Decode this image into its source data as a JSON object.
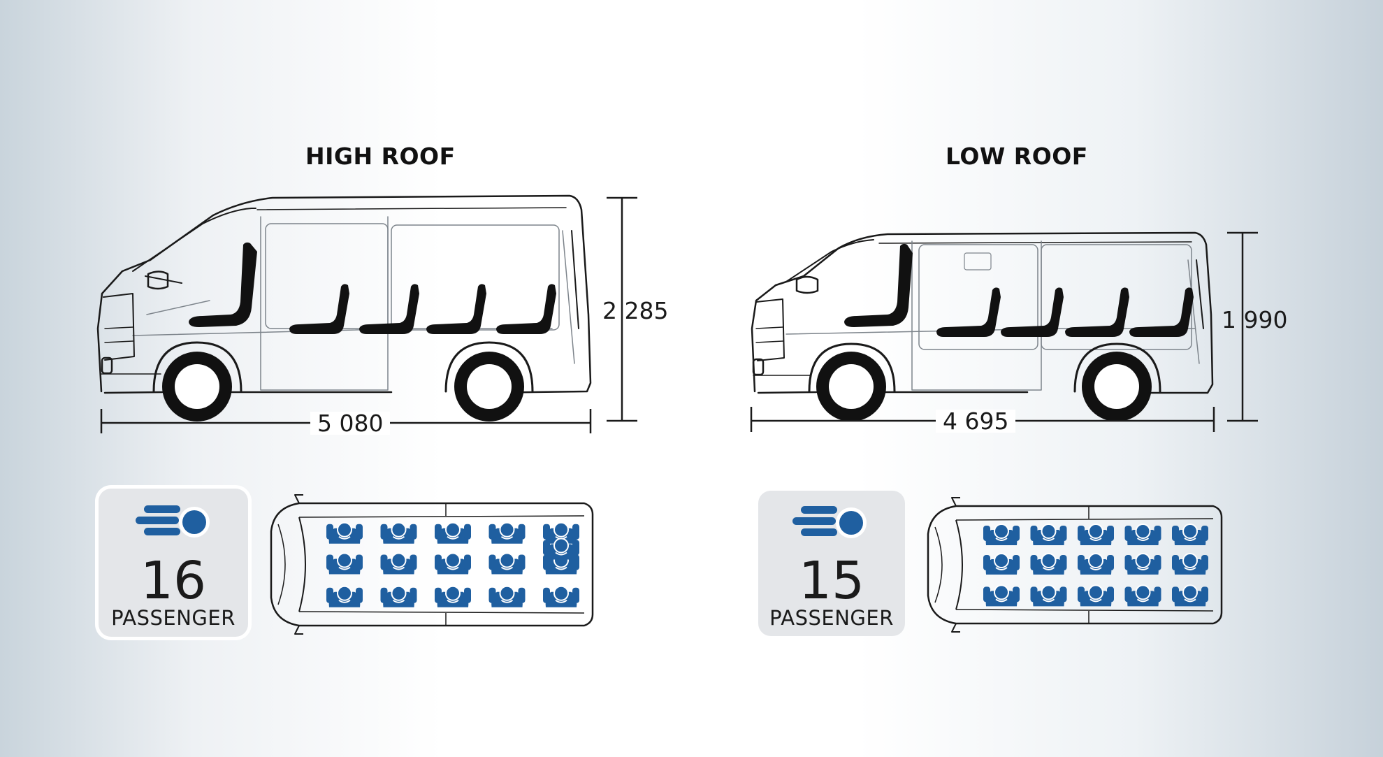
{
  "variants": [
    {
      "title": "HIGH ROOF",
      "height_dim": "2 285",
      "length_dim": "5 080",
      "passenger_count": "16",
      "passenger_word": "PASSENGER",
      "selected": true
    },
    {
      "title": "LOW ROOF",
      "height_dim": "1 990",
      "length_dim": "4 695",
      "passenger_count": "15",
      "passenger_word": "PASSENGER",
      "selected": false
    }
  ],
  "colors": {
    "passenger_blue": "#1f5fa0",
    "line": "#1a1a1a",
    "faint_line": "#9aa0a6",
    "badge_bg": "#e4e6e9"
  },
  "icons": [
    "speed-person-icon",
    "van-side-view",
    "van-top-view",
    "seat-icon",
    "passenger-icon"
  ]
}
